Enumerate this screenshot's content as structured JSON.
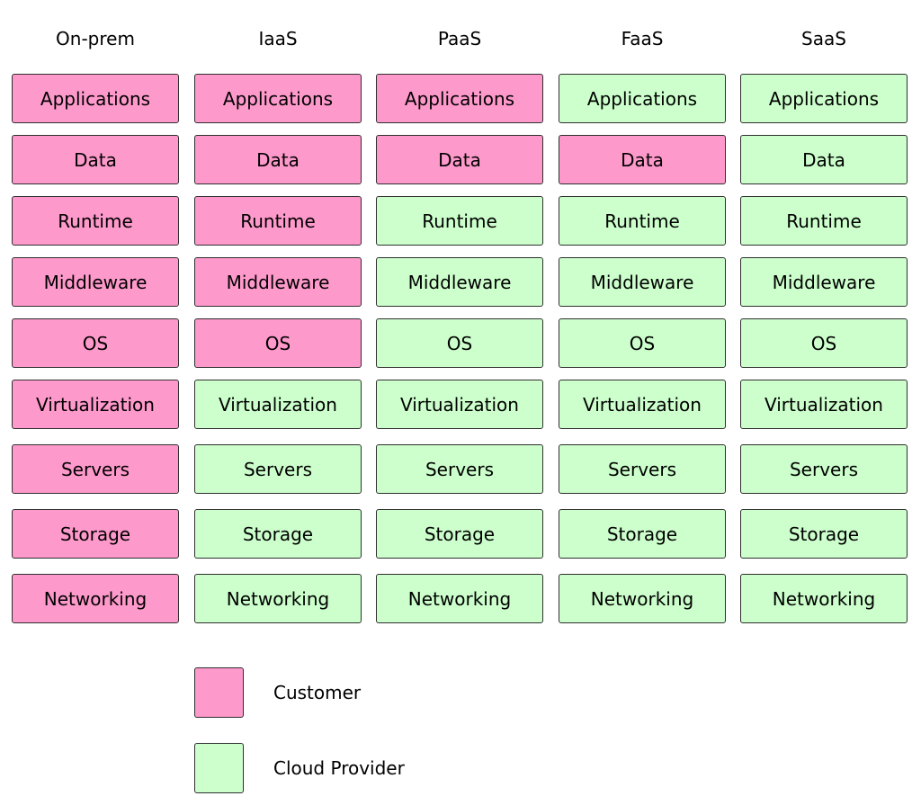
{
  "colors": {
    "customer": "#fe99cb",
    "provider": "#ccffcc"
  },
  "columns": [
    {
      "header": "On-prem",
      "cells": [
        {
          "label": "Applications",
          "owner": "customer"
        },
        {
          "label": "Data",
          "owner": "customer"
        },
        {
          "label": "Runtime",
          "owner": "customer"
        },
        {
          "label": "Middleware",
          "owner": "customer"
        },
        {
          "label": "OS",
          "owner": "customer"
        },
        {
          "label": "Virtualization",
          "owner": "customer"
        },
        {
          "label": "Servers",
          "owner": "customer"
        },
        {
          "label": "Storage",
          "owner": "customer"
        },
        {
          "label": "Networking",
          "owner": "customer"
        }
      ]
    },
    {
      "header": "IaaS",
      "cells": [
        {
          "label": "Applications",
          "owner": "customer"
        },
        {
          "label": "Data",
          "owner": "customer"
        },
        {
          "label": "Runtime",
          "owner": "customer"
        },
        {
          "label": "Middleware",
          "owner": "customer"
        },
        {
          "label": "OS",
          "owner": "customer"
        },
        {
          "label": "Virtualization",
          "owner": "provider"
        },
        {
          "label": "Servers",
          "owner": "provider"
        },
        {
          "label": "Storage",
          "owner": "provider"
        },
        {
          "label": "Networking",
          "owner": "provider"
        }
      ]
    },
    {
      "header": "PaaS",
      "cells": [
        {
          "label": "Applications",
          "owner": "customer"
        },
        {
          "label": "Data",
          "owner": "customer"
        },
        {
          "label": "Runtime",
          "owner": "provider"
        },
        {
          "label": "Middleware",
          "owner": "provider"
        },
        {
          "label": "OS",
          "owner": "provider"
        },
        {
          "label": "Virtualization",
          "owner": "provider"
        },
        {
          "label": "Servers",
          "owner": "provider"
        },
        {
          "label": "Storage",
          "owner": "provider"
        },
        {
          "label": "Networking",
          "owner": "provider"
        }
      ]
    },
    {
      "header": "FaaS",
      "cells": [
        {
          "label": "Applications",
          "owner": "provider"
        },
        {
          "label": "Data",
          "owner": "customer"
        },
        {
          "label": "Runtime",
          "owner": "provider"
        },
        {
          "label": "Middleware",
          "owner": "provider"
        },
        {
          "label": "OS",
          "owner": "provider"
        },
        {
          "label": "Virtualization",
          "owner": "provider"
        },
        {
          "label": "Servers",
          "owner": "provider"
        },
        {
          "label": "Storage",
          "owner": "provider"
        },
        {
          "label": "Networking",
          "owner": "provider"
        }
      ]
    },
    {
      "header": "SaaS",
      "cells": [
        {
          "label": "Applications",
          "owner": "provider"
        },
        {
          "label": "Data",
          "owner": "provider"
        },
        {
          "label": "Runtime",
          "owner": "provider"
        },
        {
          "label": "Middleware",
          "owner": "provider"
        },
        {
          "label": "OS",
          "owner": "provider"
        },
        {
          "label": "Virtualization",
          "owner": "provider"
        },
        {
          "label": "Servers",
          "owner": "provider"
        },
        {
          "label": "Storage",
          "owner": "provider"
        },
        {
          "label": "Networking",
          "owner": "provider"
        }
      ]
    }
  ],
  "legend": [
    {
      "label": "Customer",
      "owner": "customer"
    },
    {
      "label": "Cloud Provider",
      "owner": "provider"
    }
  ]
}
